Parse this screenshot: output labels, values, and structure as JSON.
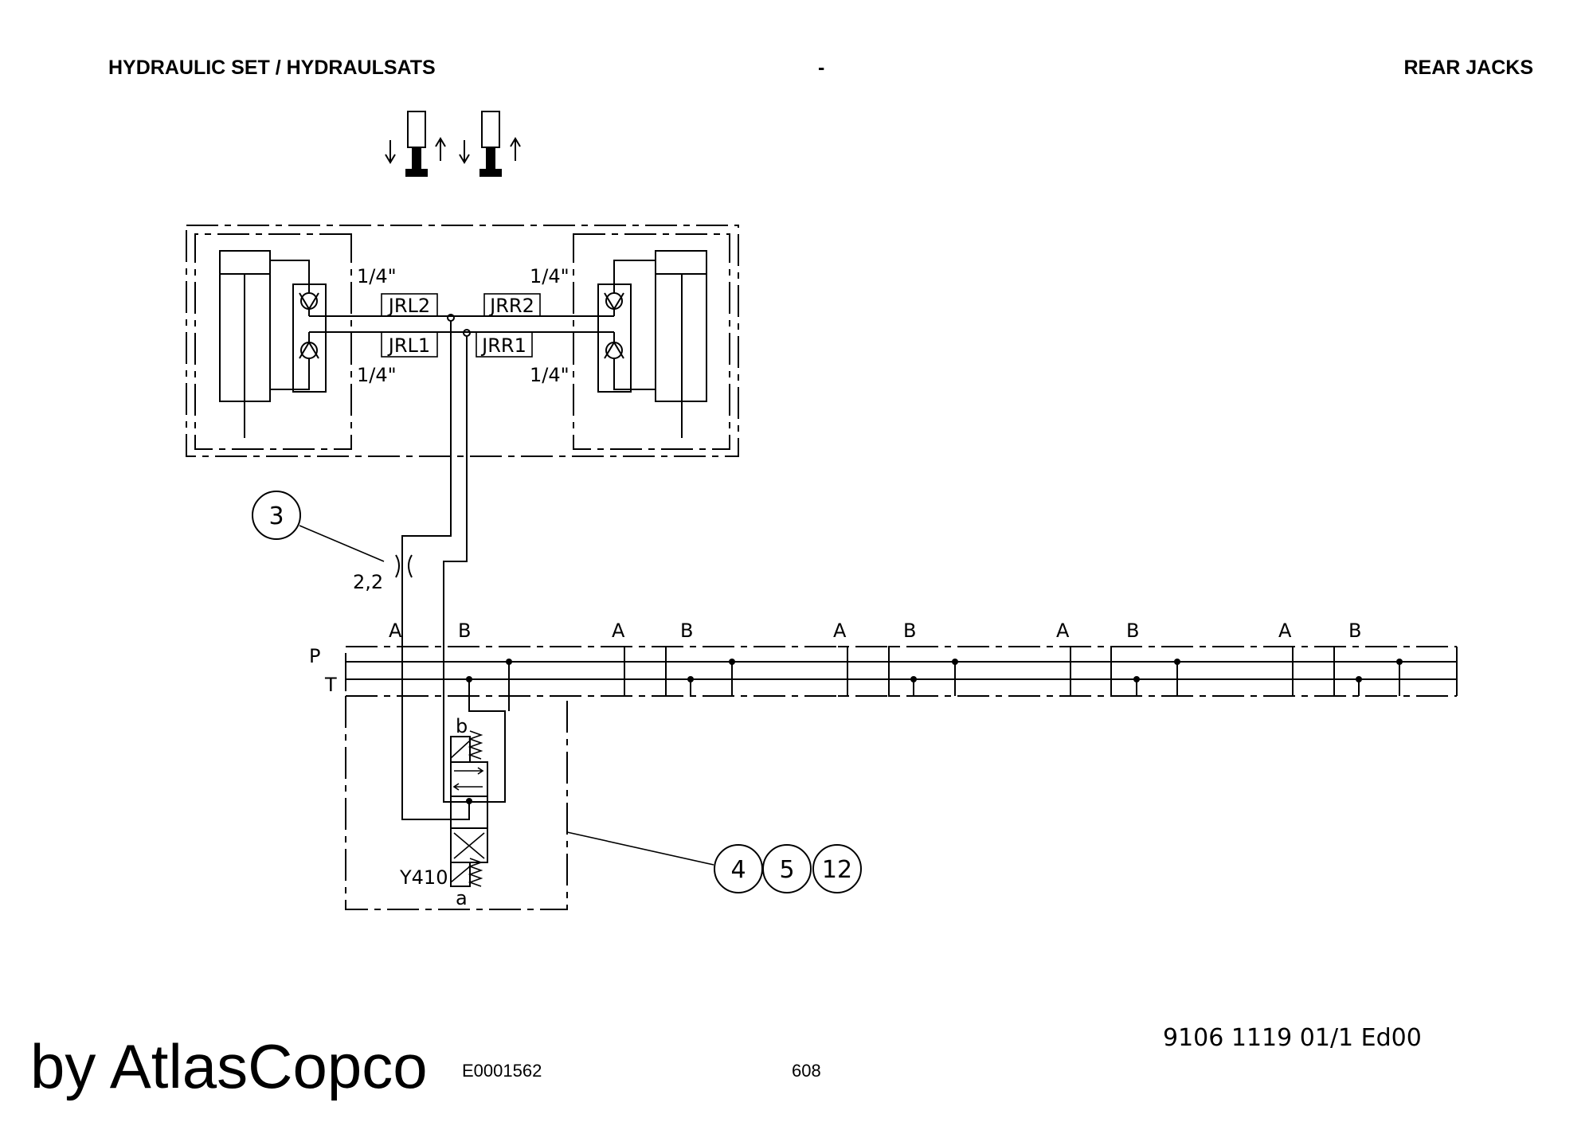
{
  "header": {
    "left_title": "HYDRAULIC SET / HYDRAULSATS",
    "center": "-",
    "right_title": "REAR JACKS"
  },
  "diagram": {
    "port_labels": {
      "one_quarter": "1/4\"",
      "A": "A",
      "B": "B",
      "P": "P",
      "T": "T"
    },
    "valve_labels": {
      "jrl2": "JRL2",
      "jrr2": "JRR2",
      "jrl1": "JRL1",
      "jrr1": "JRR1"
    },
    "orifice_size": "2,2",
    "solenoid": {
      "name": "Y410",
      "side_a": "a",
      "side_b": "b"
    },
    "callouts": {
      "c3": "3",
      "c4": "4",
      "c5": "5",
      "c12": "12"
    }
  },
  "footer": {
    "doc_number": "9106 1119  01/1  Ed00",
    "page": "608",
    "drawing_id": "E0001562",
    "watermark": "by AtlasCopco"
  }
}
